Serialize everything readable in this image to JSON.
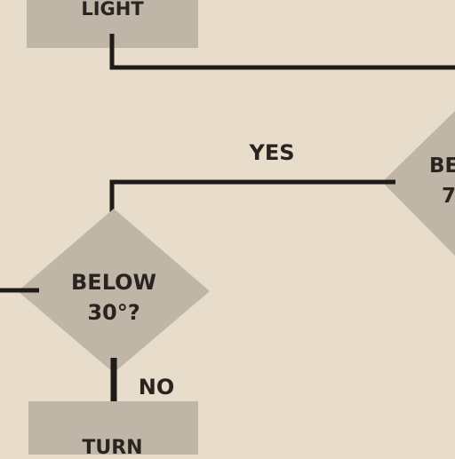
{
  "flowchart": {
    "nodes": {
      "top_box": {
        "text": "LIGHT"
      },
      "diamond_1": {
        "line1": "BELOW",
        "line2": "30°?"
      },
      "diamond_2": {
        "line1": "BE",
        "line2": "7"
      },
      "bottom_box": {
        "text": "TURN"
      }
    },
    "edges": {
      "yes": "YES",
      "no": "NO"
    }
  },
  "colors": {
    "background": "#e8dccb",
    "shape_fill": "#bfb6a7",
    "line": "#1f1b18",
    "text": "#2a2420"
  }
}
